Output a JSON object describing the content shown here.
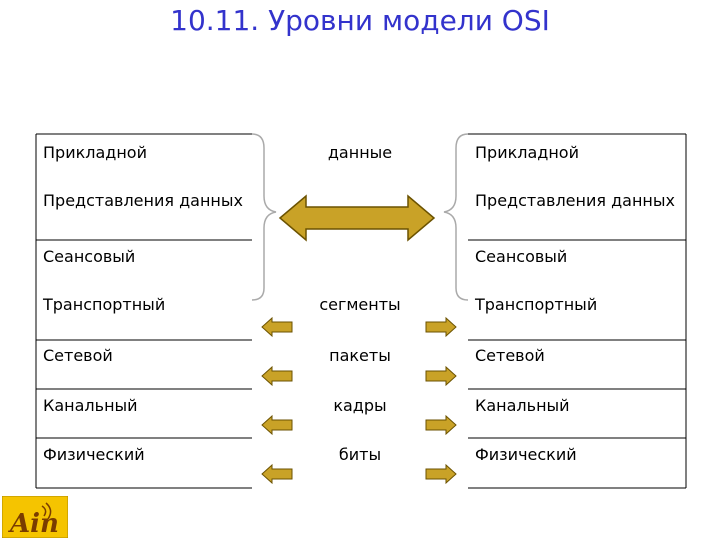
{
  "title": "10.11. Уровни модели OSI",
  "colors": {
    "title": "#3333cc",
    "arrow_fill": "#c9a227",
    "arrow_stroke": "#6b5200",
    "line": "#000000",
    "brace": "#aaaaaa"
  },
  "left_stack": {
    "layers": [
      "Прикладной",
      "Представления данных",
      "Сеансовый",
      "Транспортный",
      "Сетевой",
      "Канальный",
      "Физический"
    ]
  },
  "right_stack": {
    "layers": [
      "Прикладной",
      "Представления данных",
      "Сеансовый",
      "Транспортный",
      "Сетевой",
      "Канальный",
      "Физический"
    ]
  },
  "pdu": {
    "data": "данные",
    "segments": "сегменты",
    "packets": "пакеты",
    "frames": "кадры",
    "bits": "биты"
  },
  "logo": {
    "text": "Ain",
    "icon": "logo-icon"
  }
}
